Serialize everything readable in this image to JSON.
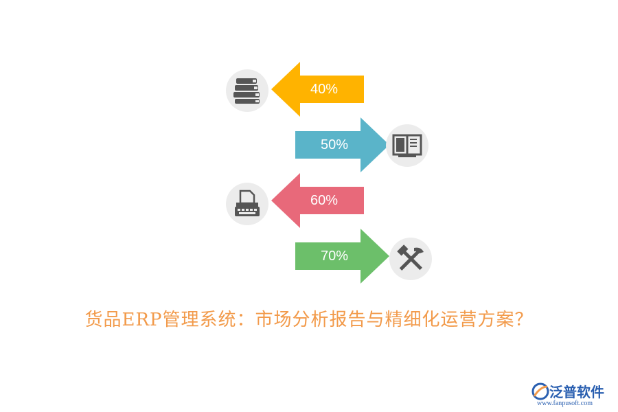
{
  "diagram": {
    "items": [
      {
        "percent": "40%",
        "direction": "left",
        "color": "#ffb300",
        "icon": "books-icon"
      },
      {
        "percent": "50%",
        "direction": "right",
        "color": "#5ab4c9",
        "icon": "open-book-icon"
      },
      {
        "percent": "60%",
        "direction": "left",
        "color": "#e8697a",
        "icon": "typewriter-icon"
      },
      {
        "percent": "70%",
        "direction": "right",
        "color": "#6cbf6a",
        "icon": "hammer-pick-icon"
      }
    ],
    "icon_circle_color": "#ececec",
    "icon_color": "#555555"
  },
  "title": "货品ERP管理系统：市场分析报告与精细化运营方案？",
  "title_color": "#f29a4a",
  "brand": {
    "name": "泛普软件",
    "url": "www.fanpusoft.com",
    "color": "#2a5fb0"
  }
}
